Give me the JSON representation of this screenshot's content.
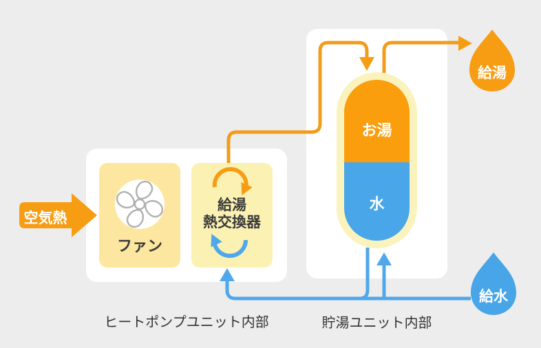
{
  "colors": {
    "background": "#EDEDED",
    "unit_box": "#FFFFFF",
    "fan_box": "#FDE7A0",
    "exchanger_box": "#FBF1B3",
    "tank_ring": "#FBF3BE",
    "hot_orange": "#F79D14",
    "pipe_orange": "#F29C1B",
    "cold_blue": "#4FA8EB",
    "tank_hot": "#FA9E0E",
    "tank_cold": "#48A6E9",
    "text_dark": "#3A3A3A"
  },
  "air_heat": {
    "label": "空気熱"
  },
  "heat_pump_unit": {
    "caption": "ヒートポンプユニット内部",
    "fan_label": "ファン",
    "exchanger_label_line1": "給湯",
    "exchanger_label_line2": "熱交換器"
  },
  "storage_unit": {
    "caption": "貯湯ユニット内部",
    "tank_hot_label": "お湯",
    "tank_cold_label": "水"
  },
  "outputs": {
    "hot_water_label": "給湯",
    "cold_water_label": "給水"
  }
}
